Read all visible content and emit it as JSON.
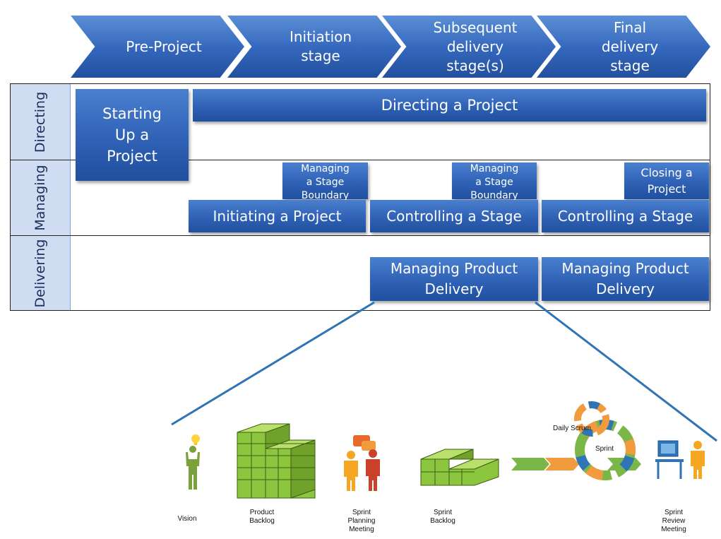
{
  "stages": [
    "Pre-Project",
    "Initiation stage",
    "Subsequent delivery stage(s)",
    "Final delivery stage"
  ],
  "stage_lines": [
    [
      "Pre-Project"
    ],
    [
      "Initiation",
      "stage"
    ],
    [
      "Subsequent",
      "delivery",
      "stage(s)"
    ],
    [
      "Final",
      "delivery",
      "stage"
    ]
  ],
  "rows": {
    "directing": "Directing",
    "managing": "Managing",
    "delivering": "Delivering"
  },
  "processes": {
    "starting_up_lines": [
      "Starting",
      "Up a",
      "Project"
    ],
    "directing": "Directing a Project",
    "msb_lines": [
      "Managing",
      "a Stage",
      "Boundary"
    ],
    "closing_lines": [
      "Closing a",
      "Project"
    ],
    "initiating": "Initiating a Project",
    "controlling": "Controlling a Stage",
    "mpd_lines": [
      "Managing Product",
      "Delivery"
    ]
  },
  "scrum": {
    "vision": "Vision",
    "product_backlog": [
      "Product",
      "Backlog"
    ],
    "sprint_planning": [
      "Sprint",
      "Planning",
      "Meeting"
    ],
    "sprint_backlog": [
      "Sprint",
      "Backlog"
    ],
    "daily_scrum": "Daily Scrum",
    "sprint": "Sprint",
    "sprint_review": [
      "Sprint",
      "Review",
      "Meeting"
    ]
  },
  "colors": {
    "process_blue": "#2d5fb3",
    "row_label_bg": "#cfdcf2",
    "backlog_green": "#8cc63f",
    "connector": "#2f74b5"
  }
}
